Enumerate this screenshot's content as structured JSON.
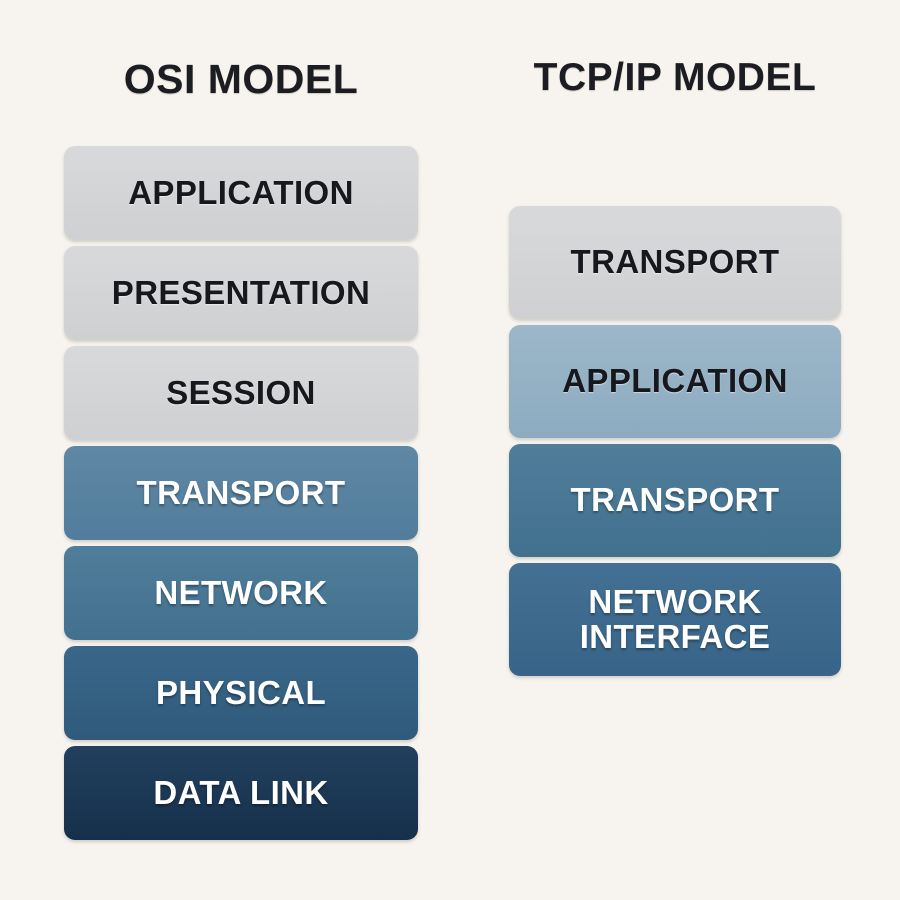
{
  "background_color": "#f7f4ef",
  "columns": [
    {
      "id": "osi",
      "title": "OSI MODEL",
      "layers": [
        {
          "label": "APPLICATION",
          "fill": "#d4d5d6",
          "text_color": "#16181d",
          "tone": "light"
        },
        {
          "label": "PRESENTATION",
          "fill": "#d4d5d6",
          "text_color": "#16181d",
          "tone": "light"
        },
        {
          "label": "SESSION",
          "fill": "#d4d5d6",
          "text_color": "#16181d",
          "tone": "light"
        },
        {
          "label": "TRANSPORT",
          "fill": "#5b84a2",
          "text_color": "#ffffff",
          "tone": "dark"
        },
        {
          "label": "NETWORK",
          "fill": "#4a7896",
          "text_color": "#ffffff",
          "tone": "dark"
        },
        {
          "label": "PHYSICAL",
          "fill": "#366286",
          "text_color": "#ffffff",
          "tone": "dark"
        },
        {
          "label": "DATA LINK",
          "fill": "#1d3a56",
          "text_color": "#ffffff",
          "tone": "dark"
        }
      ]
    },
    {
      "id": "tcpip",
      "title": "TCP/IP MODEL",
      "layers": [
        {
          "label": "TRANSPORT",
          "fill": "#d4d5d6",
          "text_color": "#16181d",
          "tone": "light"
        },
        {
          "label": "APPLICATION",
          "fill": "#93b0c4",
          "text_color": "#16181d",
          "tone": "light"
        },
        {
          "label": "TRANSPORT",
          "fill": "#4a7896",
          "text_color": "#ffffff",
          "tone": "dark"
        },
        {
          "label": "NETWORK\nINTERFACE",
          "fill": "#3e6c8e",
          "text_color": "#ffffff",
          "tone": "dark"
        }
      ]
    }
  ]
}
